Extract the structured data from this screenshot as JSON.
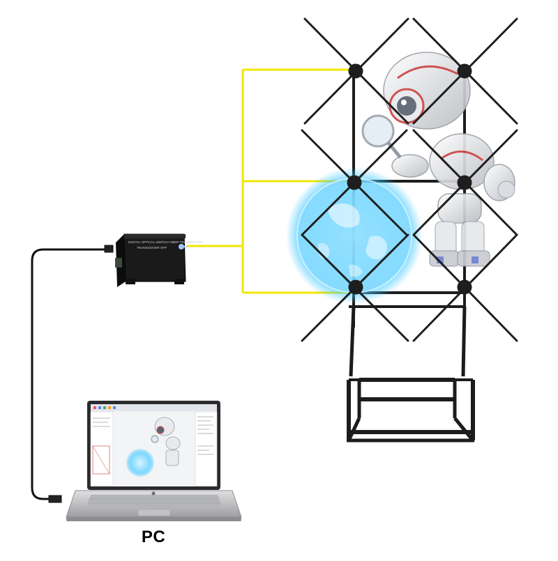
{
  "labels": {
    "pc": "PC"
  },
  "device": {
    "line1": "DIGITAL OPTICAL SWITCH FIBER TRANSMITTER",
    "line2": "TRANSCEIVER SFP"
  },
  "colors": {
    "signal_line": "#f2e600",
    "frame": "#1c1c1c",
    "hologram_glow": "#3fc8ff",
    "device_body": "#1a1a1a",
    "laptop_body": "#c9c9cb"
  },
  "icons": {
    "controller": "fiber-transmitter-box",
    "display": "holographic-fan-array",
    "computer": "laptop"
  }
}
